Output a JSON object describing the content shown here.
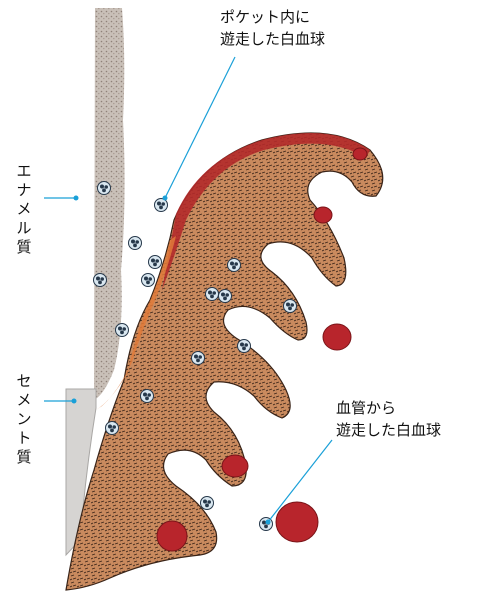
{
  "labels": {
    "pocket_leukocytes": "ポケット内に\n遊走した白血球",
    "vessel_leukocytes": "血管から\n遊走した白血球",
    "enamel": "エナメル質",
    "cementum": "セメント質"
  },
  "colors": {
    "leader": "#1aa0d8",
    "tissue_fill": "#c98a5e",
    "tissue_outline": "#3a2418",
    "epithelium": "#b22a2a",
    "rbc": "#b8252c",
    "leukocyte": "#26384a",
    "enamel": "#bfb5ad",
    "cementum": "#d6d4d2"
  },
  "icons": {
    "leukocyte": "leukocyte-cell-icon",
    "red_blood_cell": "red-blood-cell-icon"
  }
}
